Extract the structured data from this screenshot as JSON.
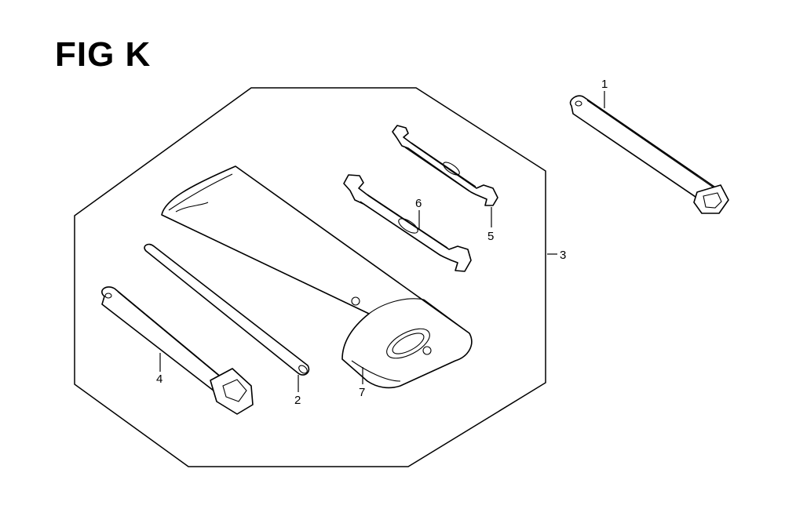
{
  "figure": {
    "title": "FIG K"
  },
  "callouts": {
    "c1": "1",
    "c2": "2",
    "c3": "3",
    "c4": "4",
    "c5": "5",
    "c6": "6",
    "c7": "7"
  }
}
